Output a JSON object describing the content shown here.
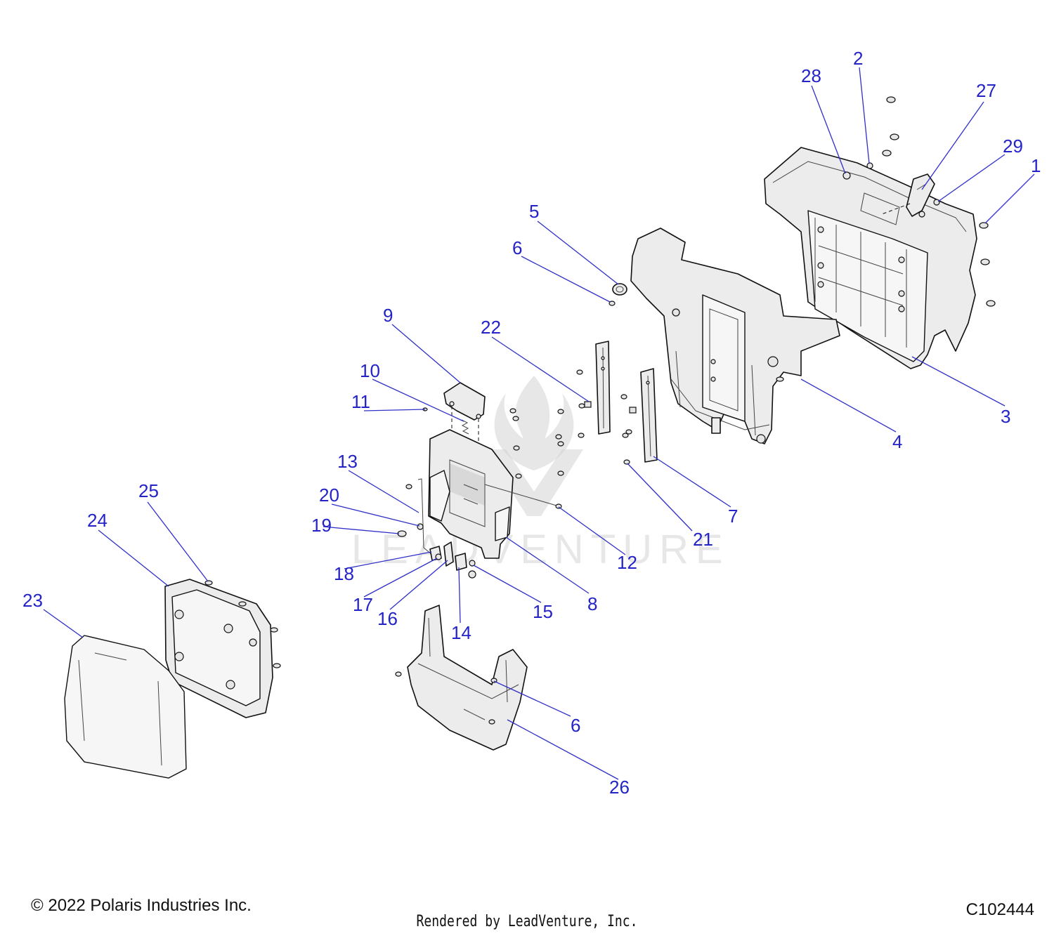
{
  "footer": {
    "copyright": "© 2022 Polaris Industries Inc.",
    "part_number": "C102444",
    "rendered_by": "Rendered by LeadVenture, Inc."
  },
  "watermark": {
    "text": "LEADVENTURE"
  },
  "callouts": [
    {
      "id": "c1",
      "label": "1"
    },
    {
      "id": "c2",
      "label": "2"
    },
    {
      "id": "c3",
      "label": "3"
    },
    {
      "id": "c4",
      "label": "4"
    },
    {
      "id": "c5",
      "label": "5"
    },
    {
      "id": "c6a",
      "label": "6"
    },
    {
      "id": "c6b",
      "label": "6"
    },
    {
      "id": "c7",
      "label": "7"
    },
    {
      "id": "c8",
      "label": "8"
    },
    {
      "id": "c9",
      "label": "9"
    },
    {
      "id": "c10",
      "label": "10"
    },
    {
      "id": "c11",
      "label": "11"
    },
    {
      "id": "c12",
      "label": "12"
    },
    {
      "id": "c13",
      "label": "13"
    },
    {
      "id": "c14",
      "label": "14"
    },
    {
      "id": "c15",
      "label": "15"
    },
    {
      "id": "c16",
      "label": "16"
    },
    {
      "id": "c17",
      "label": "17"
    },
    {
      "id": "c18",
      "label": "18"
    },
    {
      "id": "c19",
      "label": "19"
    },
    {
      "id": "c20",
      "label": "20"
    },
    {
      "id": "c21",
      "label": "21"
    },
    {
      "id": "c22",
      "label": "22"
    },
    {
      "id": "c23",
      "label": "23"
    },
    {
      "id": "c24",
      "label": "24"
    },
    {
      "id": "c25",
      "label": "25"
    },
    {
      "id": "c26",
      "label": "26"
    },
    {
      "id": "c27",
      "label": "27"
    },
    {
      "id": "c28",
      "label": "28"
    },
    {
      "id": "c29",
      "label": "29"
    }
  ],
  "colors": {
    "callout": "#2323c8",
    "line": "#111111",
    "part_fill": "#ececec"
  }
}
